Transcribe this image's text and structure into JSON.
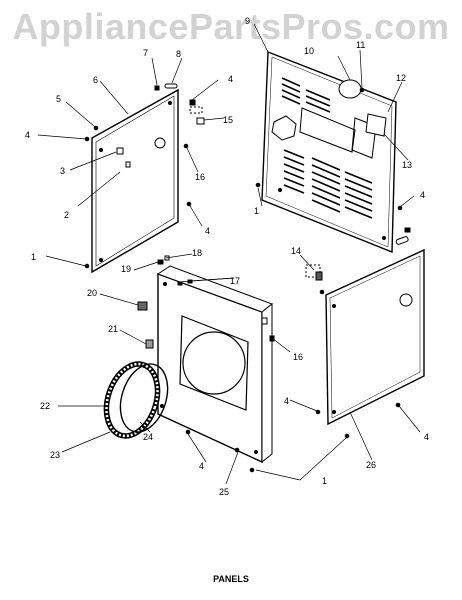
{
  "watermark": "AppliancePartsPros.com",
  "caption": "PANELS",
  "callouts": {
    "c1_left": "1",
    "c1_mid": "1",
    "c1_bottom": "1",
    "c2": "2",
    "c3": "3",
    "c4_topleft": "4",
    "c4_topcenter": "4",
    "c4_leftlow": "4",
    "c4_rightmid": "4",
    "c4_bottomleft": "4",
    "c4_bottommid": "4",
    "c4_bottomright": "4",
    "c5": "5",
    "c6": "6",
    "c7": "7",
    "c8": "8",
    "c9": "9",
    "c10": "10",
    "c11": "11",
    "c12": "12",
    "c13": "13",
    "c14": "14",
    "c15": "15",
    "c16_left": "16",
    "c16_mid": "16",
    "c17": "17",
    "c18": "18",
    "c19": "19",
    "c20": "20",
    "c21": "21",
    "c22": "22",
    "c23": "23",
    "c24": "24",
    "c25": "25",
    "c26": "26"
  }
}
